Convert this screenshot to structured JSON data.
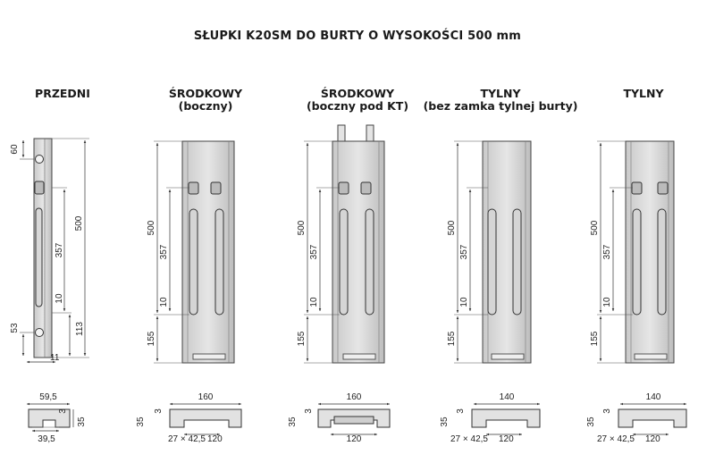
{
  "title": "SŁUPKI K20SM DO BURTY O WYSOKOŚCI 500 mm",
  "columns": [
    {
      "id": "przedni",
      "heading": "PRZEDNI",
      "subheading": ""
    },
    {
      "id": "srodkowy",
      "heading": "ŚRODKOWY",
      "subheading": "(boczny)"
    },
    {
      "id": "srodkowy-kt",
      "heading": "ŚRODKOWY",
      "subheading": "(boczny pod KT)"
    },
    {
      "id": "tylny-bez",
      "heading": "TYLNY",
      "subheading": "(bez zamka tylnej burty)"
    },
    {
      "id": "tylny",
      "heading": "TYLNY",
      "subheading": ""
    }
  ],
  "front_dims": {
    "top": "60",
    "height": "500",
    "lock": "357",
    "gap": "10",
    "lower": "113",
    "bottom": "53",
    "thickness": "11"
  },
  "side_dims": {
    "height": "500",
    "lock": "357",
    "gap": "10",
    "lower": "155"
  },
  "section_dims": {
    "przedni": {
      "width": "59,5",
      "base": "39,5",
      "wall": "3",
      "depth": "35"
    },
    "srodkowy": {
      "width": "160",
      "profile": "27 × 42,5",
      "base": "120",
      "wall": "3",
      "depth": "35"
    },
    "srodkowy-kt": {
      "width": "160",
      "base": "120",
      "wall": "3",
      "depth": "35"
    },
    "tylny-bez": {
      "width": "140",
      "profile": "27 × 42,5",
      "base": "120",
      "wall": "3",
      "depth": "35"
    },
    "tylny": {
      "width": "140",
      "profile": "27 × 42,5",
      "base": "120",
      "wall": "3",
      "depth": "35"
    }
  }
}
